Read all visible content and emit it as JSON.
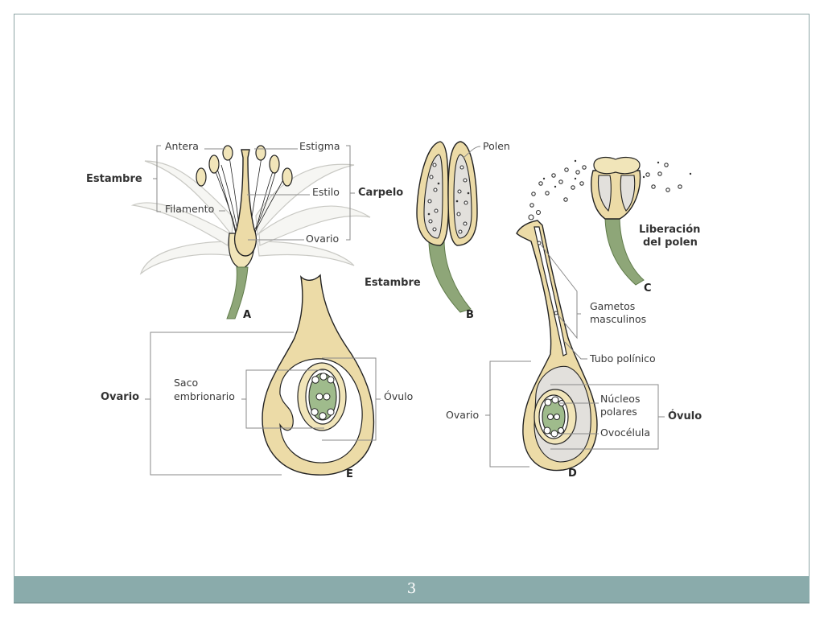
{
  "slide": {
    "page_number": "3"
  },
  "diagram": {
    "title": "Flower reproductive structures and pollination",
    "colors": {
      "tissue": "#ecdba7",
      "stem": "#8ea678",
      "sac": "#9fbb8c",
      "footer": "#8aabab",
      "frame": "#8fa6a6"
    },
    "panel_a": {
      "letter": "A",
      "labels": {
        "antera": "Antera",
        "estigma": "Estigma",
        "estambre": "Estambre",
        "estilo": "Estilo",
        "carpelo": "Carpelo",
        "filamento": "Filamento",
        "ovario": "Ovario"
      }
    },
    "panel_b": {
      "letter": "B",
      "labels": {
        "polen": "Polen",
        "estambre": "Estambre"
      }
    },
    "panel_c": {
      "letter": "C",
      "labels": {
        "liberacion_1": "Liberación",
        "liberacion_2": "del polen"
      }
    },
    "panel_d": {
      "letter": "D",
      "labels": {
        "gametos_1": "Gametos",
        "gametos_2": "masculinos",
        "tubo": "Tubo polínico",
        "nucleos_1": "Núcleos",
        "nucleos_2": "polares",
        "ovocelula": "Ovocélula",
        "ovario": "Ovario",
        "ovulo": "Óvulo"
      }
    },
    "panel_e": {
      "letter": "E",
      "labels": {
        "ovario": "Ovario",
        "saco_1": "Saco",
        "saco_2": "embrionario",
        "ovulo": "Óvulo"
      }
    }
  }
}
